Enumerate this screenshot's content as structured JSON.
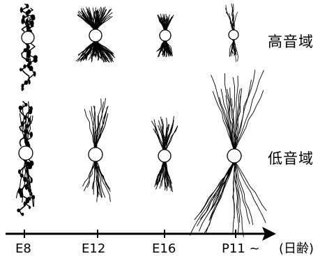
{
  "labels": {
    "high_freq": "高音域",
    "low_freq": "低音域"
  },
  "ages": [
    "E8",
    "E12",
    "E16",
    "P11 ~"
  ],
  "age_unit": "(日齢)",
  "colors": {
    "ink": "#000000",
    "background": "#ffffff"
  }
}
